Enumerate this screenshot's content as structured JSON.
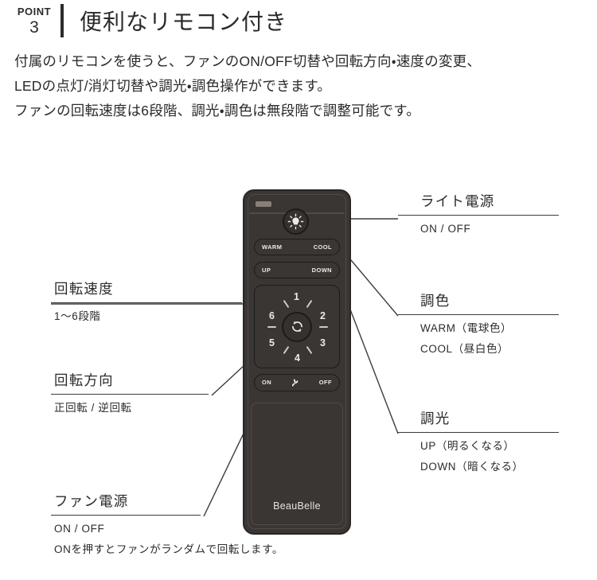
{
  "header": {
    "point_word": "POINT",
    "point_number": "3",
    "title": "便利なリモコン付き"
  },
  "intro": {
    "line1": "付属のリモコンを使うと、ファンのON/OFF切替や回転方向・速度の変更、",
    "line2": "LEDの点灯/消灯切替や調光・調色操作ができます。",
    "line3": "ファンの回転速度は6段階、調光・調色は無段階で調整可能です。"
  },
  "remote": {
    "brand": "BeauBelle",
    "ir_window": "ir-window",
    "light_button_icon": "light-bulb-icon",
    "color_temp_row": {
      "left": "WARM",
      "right": "COOL"
    },
    "brightness_row": {
      "left": "UP",
      "right": "DOWN"
    },
    "speed_dial": {
      "numbers": [
        "1",
        "2",
        "3",
        "4",
        "5",
        "6"
      ],
      "center_icon": "rotation-arrow-icon"
    },
    "fan_row": {
      "left": "ON",
      "icon": "fan-blade-icon",
      "right": "OFF"
    }
  },
  "callouts": {
    "light_power": {
      "title": "ライト電源",
      "sub1": "ON / OFF"
    },
    "color_tone": {
      "title": "調色",
      "sub1": "WARM（電球色）",
      "sub2": "COOL（昼白色）"
    },
    "dimming": {
      "title": "調光",
      "sub1": "UP（明るくなる）",
      "sub2": "DOWN（暗くなる）"
    },
    "rotation_speed": {
      "title": "回転速度",
      "sub1": "1〜6段階"
    },
    "rotation_direction": {
      "title": "回転方向",
      "sub1": "正回転 / 逆回転"
    },
    "fan_power": {
      "title": "ファン電源",
      "sub1": "ON / OFF",
      "sub2": "ONを押すとファンがランダムで回転します。"
    }
  },
  "colors": {
    "text": "#2b2b2b",
    "rule": "#3c3c3c",
    "remote_body": "#3a3634",
    "remote_outline": "#1d1b1a",
    "remote_label": "#eceae7",
    "background": "#ffffff"
  }
}
